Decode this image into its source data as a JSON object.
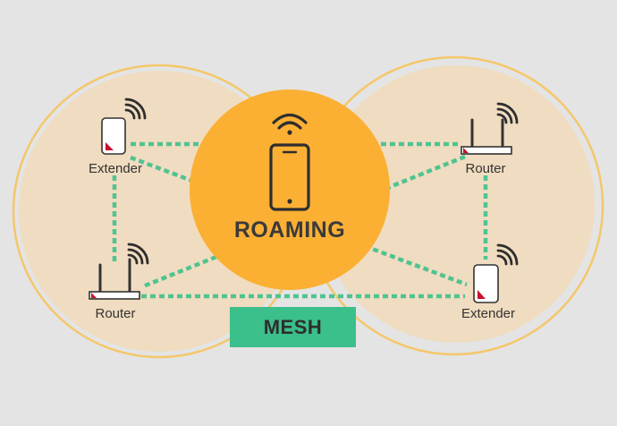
{
  "center": {
    "label": "ROAMING"
  },
  "badge": {
    "label": "MESH"
  },
  "nodes": {
    "top_left": {
      "label": "Extender"
    },
    "top_right": {
      "label": "Router"
    },
    "bottom_left": {
      "label": "Router"
    },
    "bottom_right": {
      "label": "Extender"
    }
  },
  "colors": {
    "background": "#e4e4e4",
    "zone_fill": "#f0dcc0",
    "zone_ring": "#f5c76a",
    "center_circle": "#fbb034",
    "mesh_badge": "#3bbf8b",
    "link_dash": "#4fc391",
    "device_accent": "#c8102e"
  },
  "icons": {
    "center": [
      "wifi-icon",
      "smartphone-icon"
    ],
    "extender": [
      "extender-icon",
      "wifi-icon"
    ],
    "router": [
      "router-icon",
      "wifi-icon"
    ]
  }
}
